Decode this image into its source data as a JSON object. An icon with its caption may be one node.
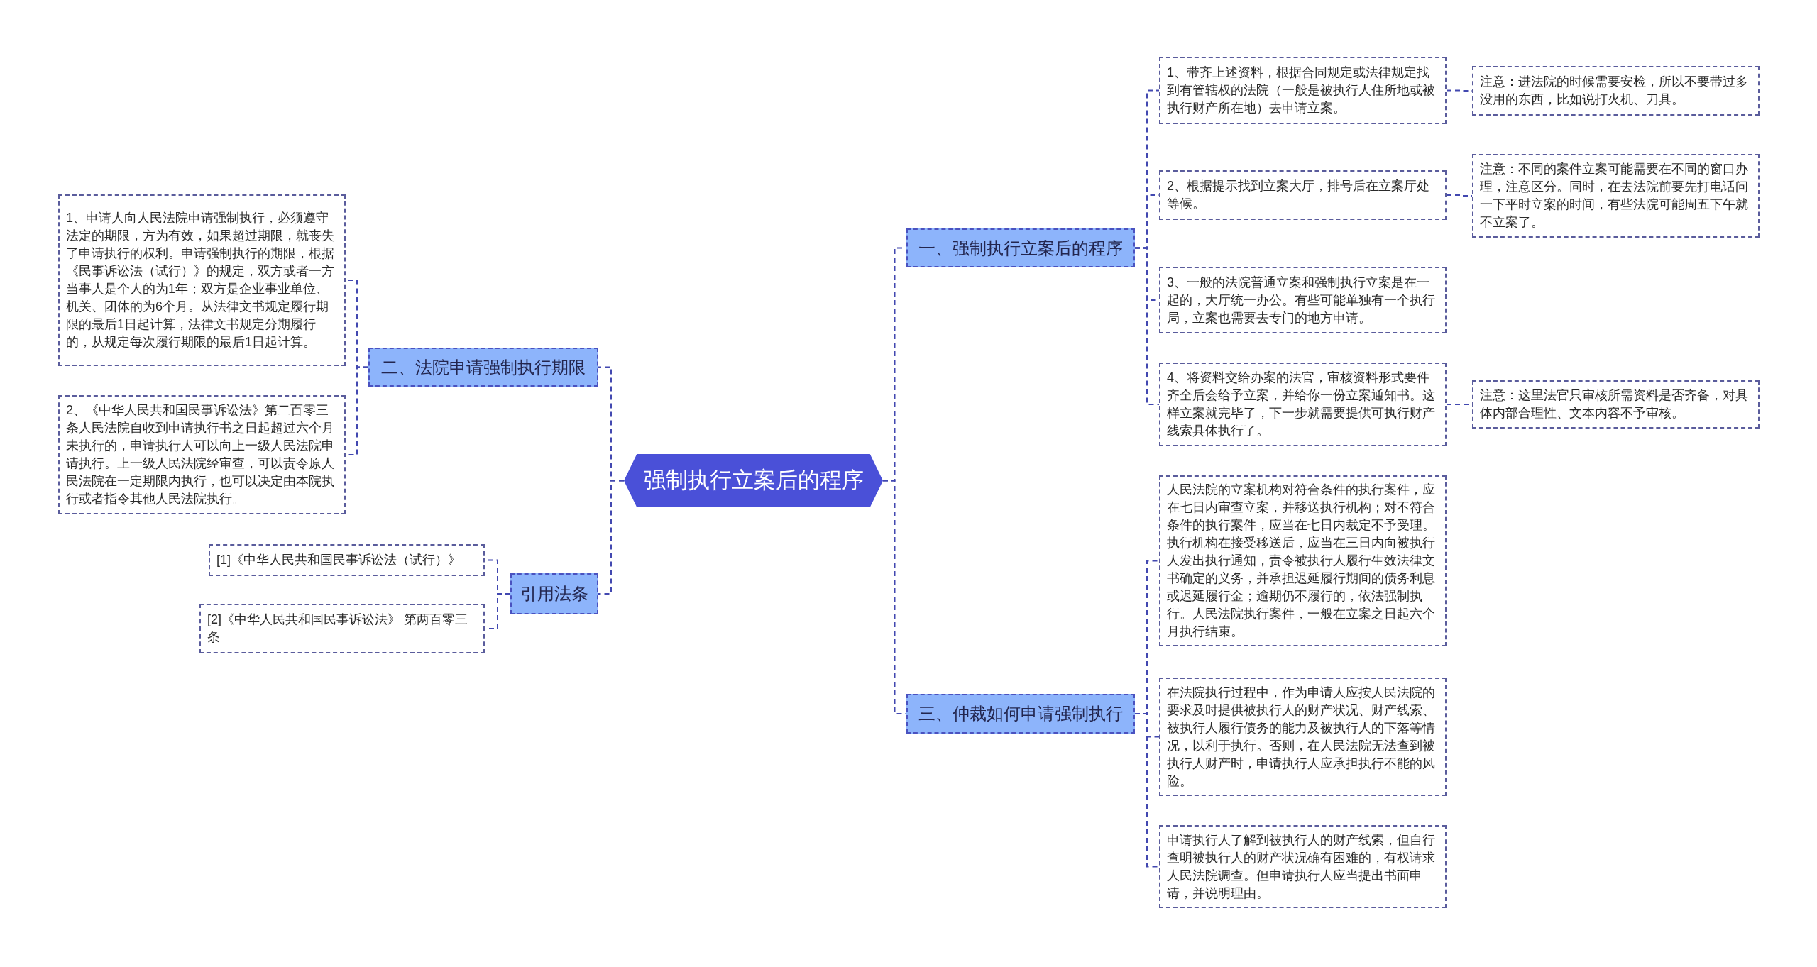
{
  "diagram": {
    "nodes": [
      {
        "text": [
          "强制执行立案后的程序"
        ]
      },
      {
        "text": [
          "一、强制执行立案后的程序"
        ]
      },
      {
        "text": [
          "1、带齐上述资料，根据合同规定或法律规定找到有管辖权的法院（一般是被执行人住所地或被执行财产所在地）去申请立案。"
        ]
      },
      {
        "text": [
          "注意：进法院的时候需要安检，所以不要带过多没用的东西，比如说打火机、刀具。"
        ]
      },
      {
        "text": [
          "2、根据提示找到立案大厅，排号后在立案厅处等候。"
        ]
      },
      {
        "text": [
          "注意：不同的案件立案可能需要在不同的窗口办理，注意区分。同时，在去法院前要先打电话问一下平时立案的时间，有些法院可能周五下午就不立案了。"
        ]
      },
      {
        "text": [
          "3、一般的法院普通立案和强制执行立案是在一起的，大厅统一办公。有些可能单独有一个执行局，立案也需要去专门的地方申请。"
        ]
      },
      {
        "text": [
          "4、将资料交给办案的法官，审核资料形式要件齐全后会给予立案，并给你一份立案通知书。这样立案就完毕了，下一步就需要提供可执行财产线索具体执行了。"
        ]
      },
      {
        "text": [
          "注意：这里法官只审核所需资料是否齐备，对具体内部合理性、文本内容不予审核。"
        ]
      },
      {
        "text": [
          "三、仲裁如何申请强制执行"
        ]
      },
      {
        "text": [
          "人民法院的立案机构对符合条件的执行案件，应在七日内审查立案，并移送执行机构；对不符合条件的执行案件，应当在七日内裁定不予受理。执行机构在接受移送后，应当在三日内向被执行人发出执行通知，责令被执行人履行生效法律文书确定的义务，并承担迟延履行期间的债务利息或迟延履行金；逾期仍不履行的，依法强制执行。人民法院执行案件，一般在立案之日起六个月执行结束。"
        ]
      },
      {
        "text": [
          "在法院执行过程中，作为申请人应按人民法院的要求及时提供被执行人的财产状况、财产线索、被执行人履行债务的能力及被执行人的下落等情况，以利于执行。否则，在人民法院无法查到被执行人财产时，申请执行人应承担执行不能的风险。"
        ]
      },
      {
        "text": [
          "申请执行人了解到被执行人的财产线索，但自行查明被执行人的财产状况确有困难的，有权请求人民法院调查。但申请执行人应当提出书面申请，并说明理由。"
        ]
      },
      {
        "text": [
          "二、法院申请强制执行期限"
        ]
      },
      {
        "text": [
          "1、申请人向人民法院申请强制执行，必须遵守法定的期限，方为有效，如果超过期限，就丧失了申请执行的权利。申请强制执行的期限，根据《民事诉讼法（试行）》的规定，双方或者一方当事人是个人的为1年；双方是企业事业单位、机关、团体的为6个月。从法律文书规定履行期限的最后1日起计算，法律文书规定分期履行的，从规定每次履行期限的最后1日起计算。"
        ]
      },
      {
        "text": [
          "2、《中华人民共和国民事诉讼法》第二百零三条人民法院自收到申请执行书之日起超过六个月未执行的，申请执行人可以向上一级人民法院申请执行。上一级人民法院经审查，可以责令原人民法院在一定期限内执行，也可以决定由本院执行或者指令其他人民法院执行。"
        ]
      },
      {
        "text": [
          "引用法条"
        ]
      },
      {
        "text": [
          "[1]《中华人民共和国民事诉讼法（试行）》"
        ]
      },
      {
        "text": [
          "[2]《中华人民共和国民事诉讼法》 第两百零三条"
        ]
      }
    ],
    "edges": [
      {
        "from": 0,
        "to": 1,
        "arrow": "none"
      },
      {
        "from": 1,
        "to": 2,
        "arrow": "none"
      },
      {
        "from": 2,
        "to": 3,
        "arrow": "none"
      },
      {
        "from": 1,
        "to": 4,
        "arrow": "none"
      },
      {
        "from": 4,
        "to": 5,
        "arrow": "none"
      },
      {
        "from": 1,
        "to": 6,
        "arrow": "none"
      },
      {
        "from": 1,
        "to": 7,
        "arrow": "none"
      },
      {
        "from": 7,
        "to": 8,
        "arrow": "none"
      },
      {
        "from": 0,
        "to": 9,
        "arrow": "none"
      },
      {
        "from": 9,
        "to": 10,
        "arrow": "none"
      },
      {
        "from": 9,
        "to": 11,
        "arrow": "none"
      },
      {
        "from": 9,
        "to": 12,
        "arrow": "none"
      },
      {
        "from": 0,
        "to": 13,
        "arrow": "none"
      },
      {
        "from": 13,
        "to": 14,
        "arrow": "none"
      },
      {
        "from": 13,
        "to": 15,
        "arrow": "none"
      },
      {
        "from": 0,
        "to": 16,
        "arrow": "none"
      },
      {
        "from": 16,
        "to": 17,
        "arrow": "none"
      },
      {
        "from": 16,
        "to": 18,
        "arrow": "none"
      }
    ]
  }
}
